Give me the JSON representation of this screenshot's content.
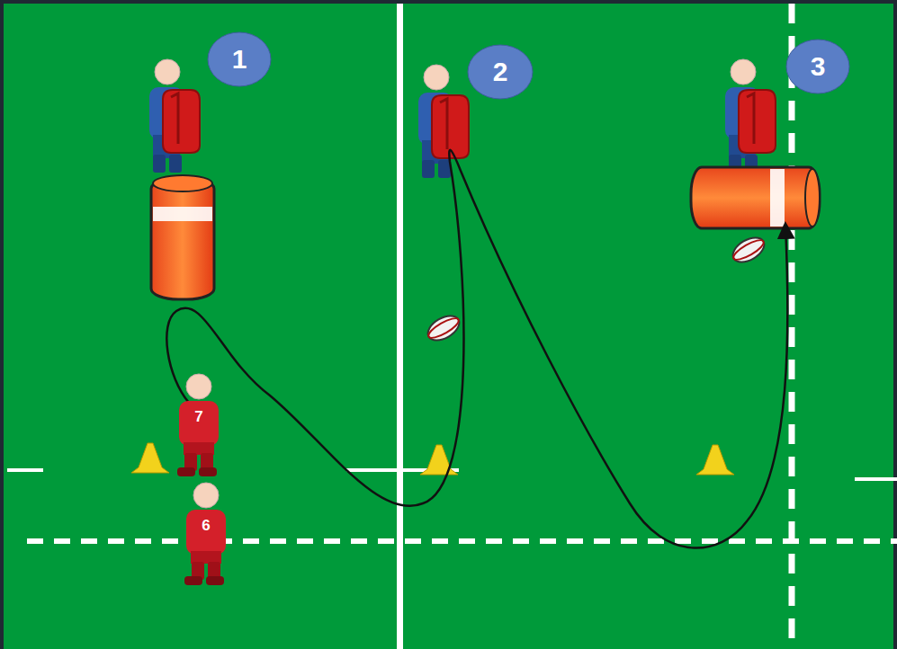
{
  "diagram": {
    "labels": [
      "1",
      "2",
      "3",
      "7",
      "6"
    ]
  }
}
